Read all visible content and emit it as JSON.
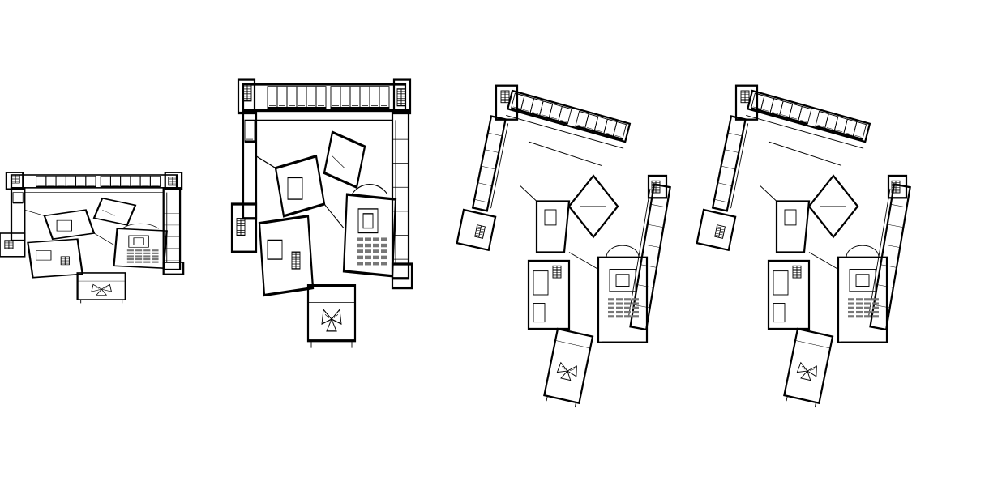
{
  "drawing": {
    "stroke_color": "#000000",
    "background_color": "#ffffff",
    "plans": [
      {
        "id": "plan-1",
        "variant": "small-compact"
      },
      {
        "id": "plan-2",
        "variant": "stretched-orthogonal"
      },
      {
        "id": "plan-3",
        "variant": "rotated-wings"
      },
      {
        "id": "plan-4",
        "variant": "rotated-wings-alt"
      }
    ]
  }
}
